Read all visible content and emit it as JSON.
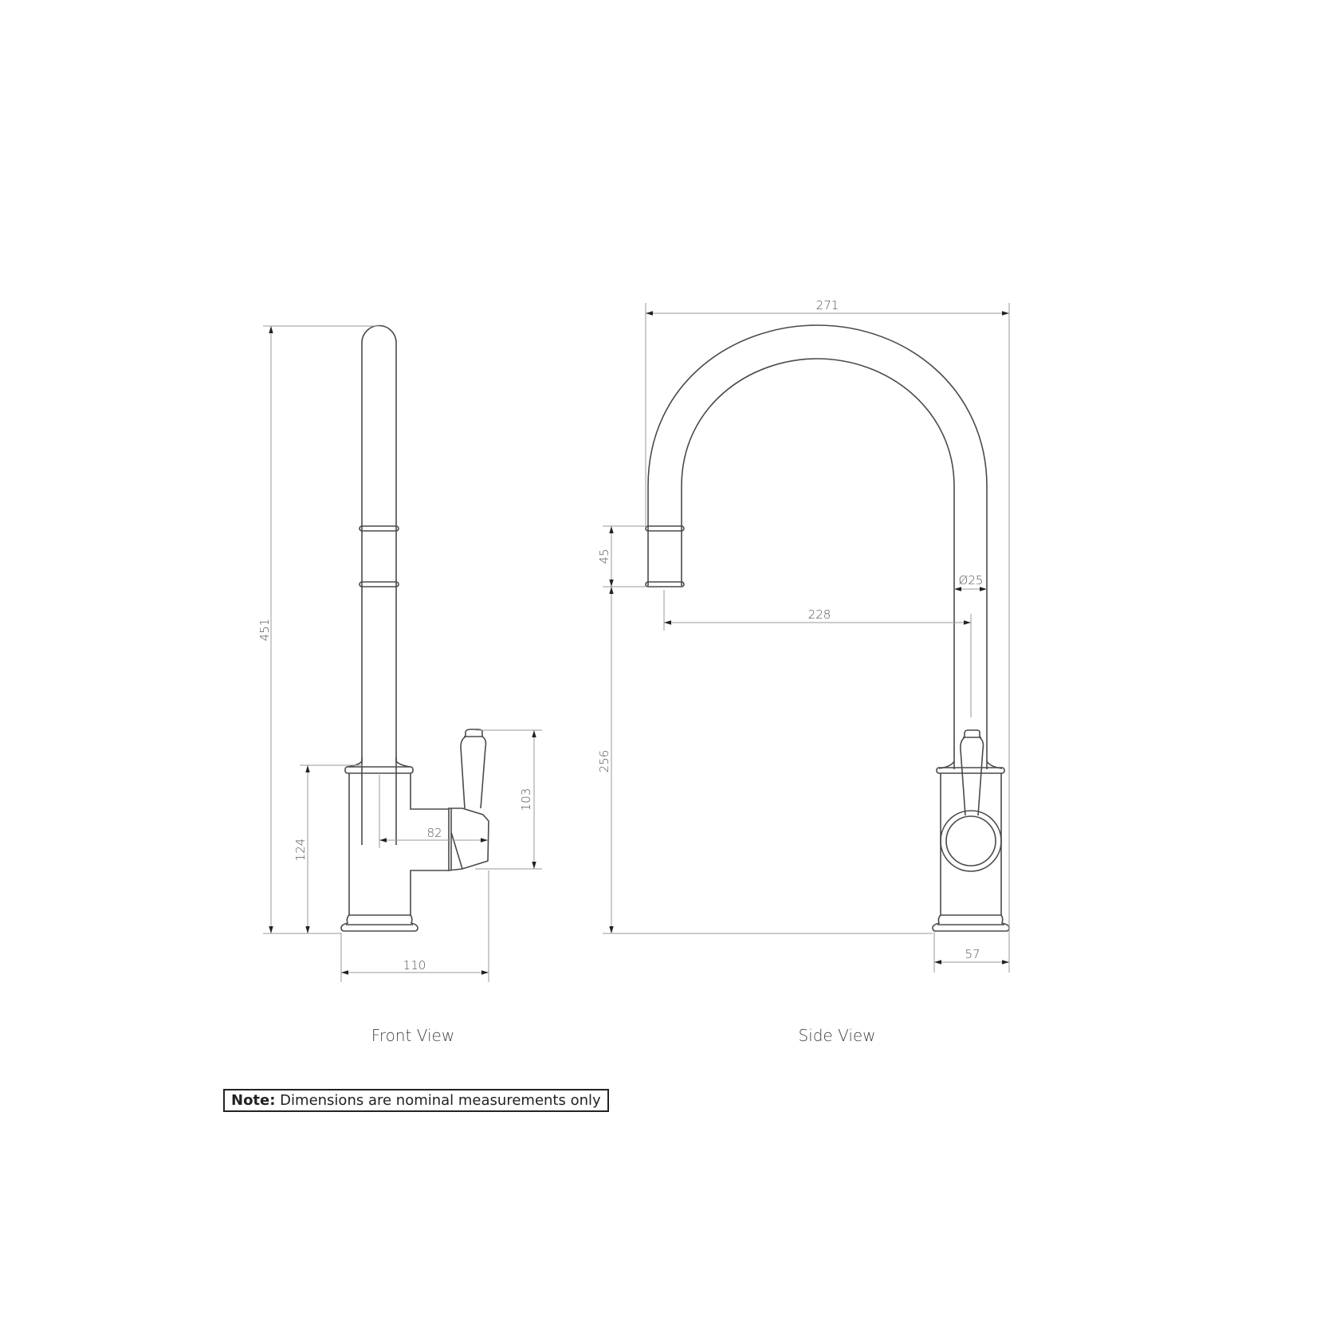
{
  "drawing": {
    "type": "technical-dimension-drawing",
    "subject": "kitchen mixer tap",
    "units": "mm"
  },
  "front_view": {
    "label": "Front View",
    "dimensions": {
      "overall_height": "451",
      "body_height": "124",
      "handle_height": "103",
      "handle_projection": "82",
      "base_width": "110"
    }
  },
  "side_view": {
    "label": "Side View",
    "dimensions": {
      "overall_reach_width": "271",
      "nozzle_length": "45",
      "spout_diameter": "Ø25",
      "spout_reach": "228",
      "outlet_height": "256",
      "base_width": "57"
    }
  },
  "note": {
    "bold": "Note:",
    "text": " Dimensions are nominal measurements only"
  },
  "colors": {
    "line": "#4a4a4a",
    "dimension_line": "#9a9a9a",
    "text": "#555555",
    "background": "#ffffff"
  }
}
